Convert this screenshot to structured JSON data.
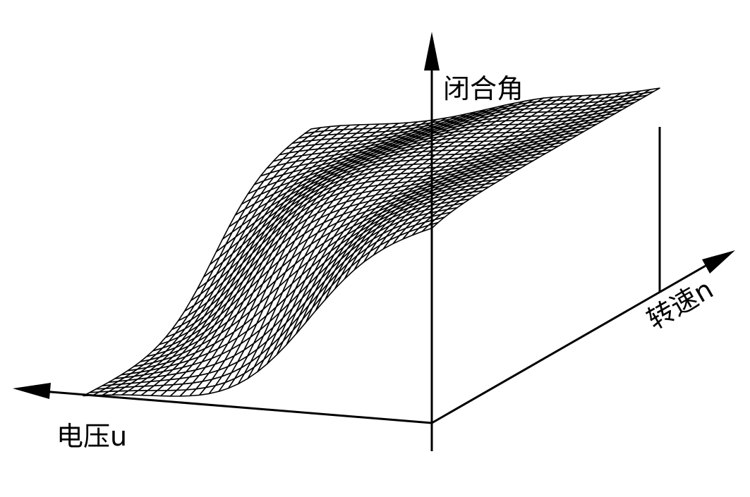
{
  "axes": {
    "vertical_label": "闭合角",
    "right_label": "转速n",
    "left_label": "电压u"
  },
  "colors": {
    "line": "#000000",
    "surface_fill": "#ffffff",
    "background": "#ffffff"
  }
}
